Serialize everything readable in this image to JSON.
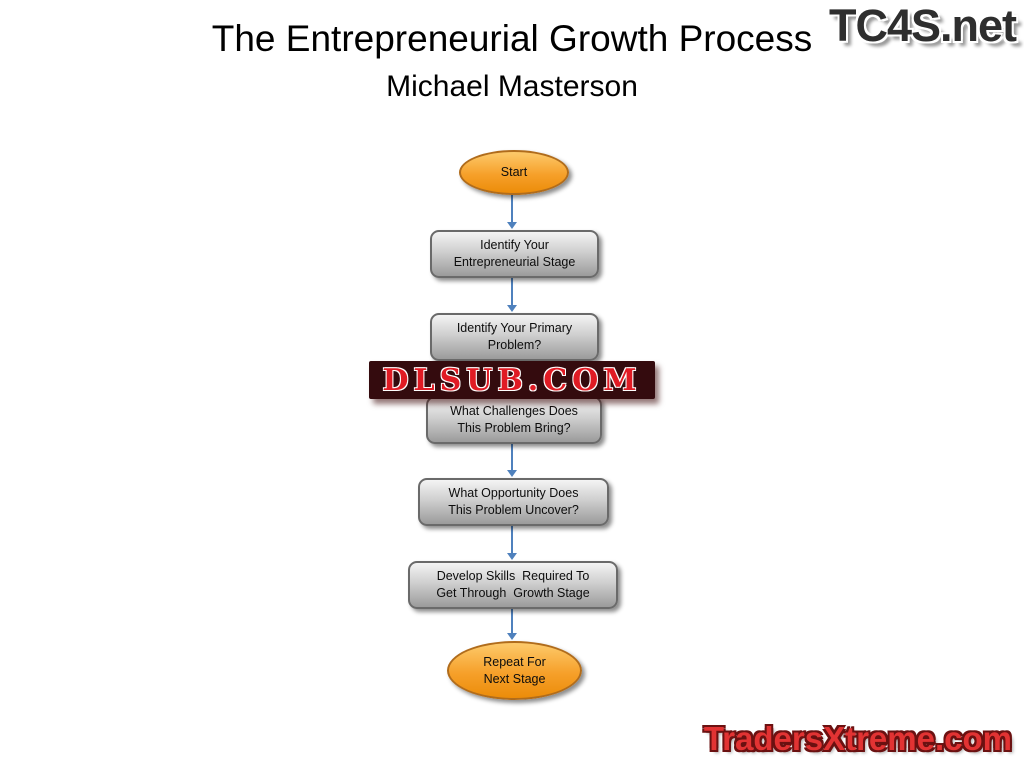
{
  "slide": {
    "title": "The Entrepreneurial Growth Process",
    "subtitle": "Michael Masterson"
  },
  "watermarks": {
    "tc4s": "TC4S.net",
    "dlsub": "DLSUB.COM",
    "tradersxtreme": "TradersXtreme.com"
  },
  "flowchart": {
    "nodes": [
      {
        "id": "start",
        "shape": "ellipse",
        "lines": [
          "Start",
          ""
        ]
      },
      {
        "id": "identify-stage",
        "shape": "rounded-rect",
        "lines": [
          "Identify Your",
          "Entrepreneurial Stage"
        ]
      },
      {
        "id": "identify-problem",
        "shape": "rounded-rect",
        "lines": [
          "Identify Your Primary",
          "Problem?"
        ]
      },
      {
        "id": "challenges",
        "shape": "rounded-rect",
        "lines": [
          "What Challenges Does",
          "This Problem Bring?"
        ]
      },
      {
        "id": "opportunity",
        "shape": "rounded-rect",
        "lines": [
          "What Opportunity Does",
          "This Problem Uncover?"
        ]
      },
      {
        "id": "develop-skills",
        "shape": "rounded-rect",
        "lines": [
          "Develop Skills  Required To",
          "Get Through  Growth Stage"
        ]
      },
      {
        "id": "repeat",
        "shape": "ellipse",
        "lines": [
          "Repeat For",
          "Next Stage"
        ]
      }
    ],
    "colors": {
      "terminal_fill_top": "#FDCA6B",
      "terminal_fill_bottom": "#EC8C09",
      "terminal_border": "#B06C1C",
      "process_fill_top": "#F4F4F4",
      "process_fill_bottom": "#9B9B9B",
      "process_border": "#6A6A6A",
      "arrow": "#4F81BD",
      "watermark_red": "#E01B24",
      "watermark_dark": "#2E2E2E"
    }
  }
}
